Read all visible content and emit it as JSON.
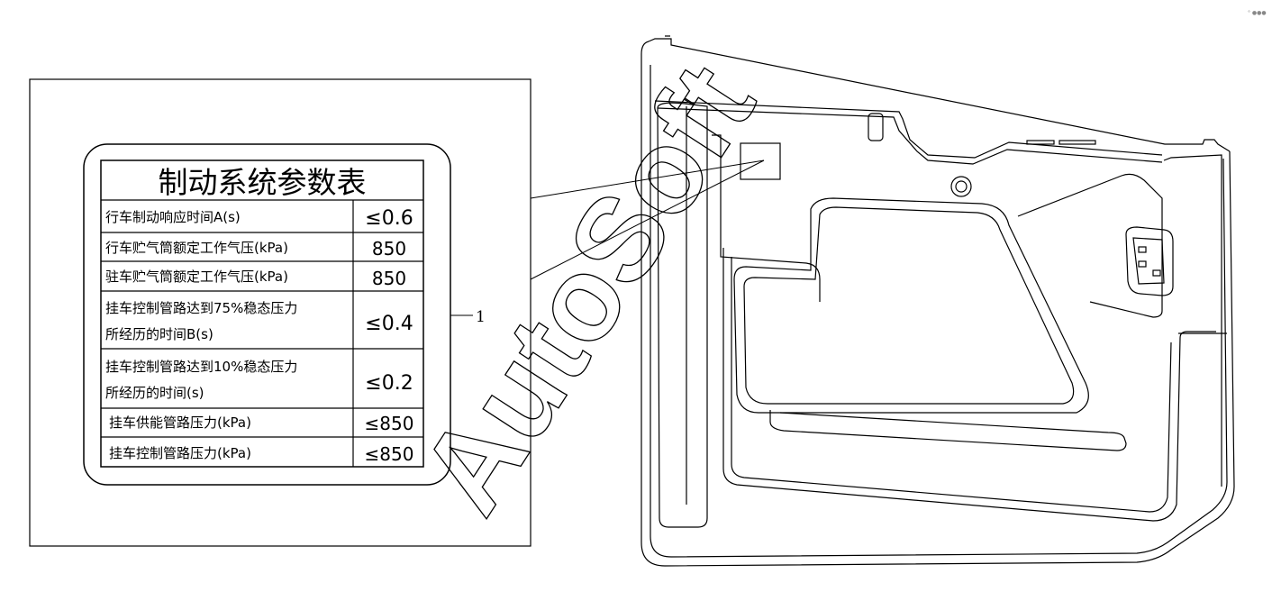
{
  "label_table": {
    "title": "制动系统参数表",
    "rows": [
      {
        "lines": [
          "行车制动响应时间A(s)"
        ],
        "value": "≤0.6"
      },
      {
        "lines": [
          "行车贮气筒额定工作气压(kPa)"
        ],
        "value": "850"
      },
      {
        "lines": [
          "驻车贮气筒额定工作气压(kPa)"
        ],
        "value": "850"
      },
      {
        "lines": [
          "挂车控制管路达到75%稳态压力",
          "所经历的时间B(s)"
        ],
        "value": "≤0.4"
      },
      {
        "lines": [
          "挂车控制管路达到10%稳态压力",
          "所经历的时间(s)"
        ],
        "value": "≤0.2"
      },
      {
        "lines": [
          "挂车供能管路压力(kPa)"
        ],
        "value": "≤850"
      },
      {
        "lines": [
          "挂车控制管路压力(kPa)"
        ],
        "value": "≤850"
      }
    ]
  },
  "callout_number": "1",
  "watermark": "AutoSoft",
  "colors": {
    "line": "#000000",
    "background": "#ffffff"
  }
}
